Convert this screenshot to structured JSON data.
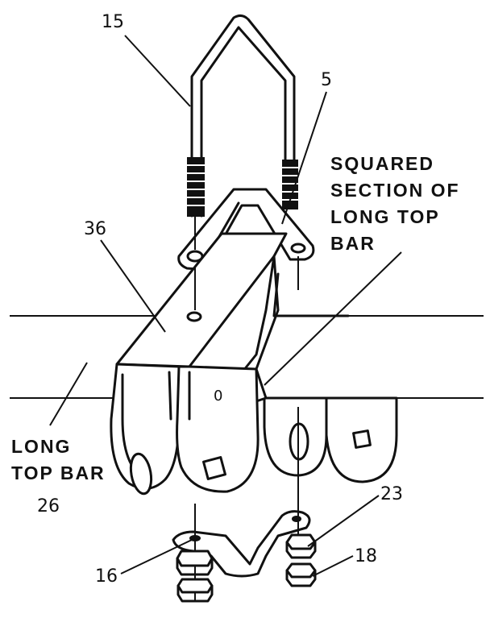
{
  "labels": {
    "part_15": "15",
    "part_5": "5",
    "part_36": "36",
    "part_23": "23",
    "part_18": "18",
    "part_16": "16",
    "part_26": "26",
    "squared_section_line1": "SQUARED",
    "squared_section_line2": "SECTION OF",
    "squared_section_line3": "LONG TOP",
    "squared_section_line4": "BAR",
    "long_top_bar_line1": "LONG",
    "long_top_bar_line2": "TOP BAR",
    "hole_mark": "0"
  }
}
